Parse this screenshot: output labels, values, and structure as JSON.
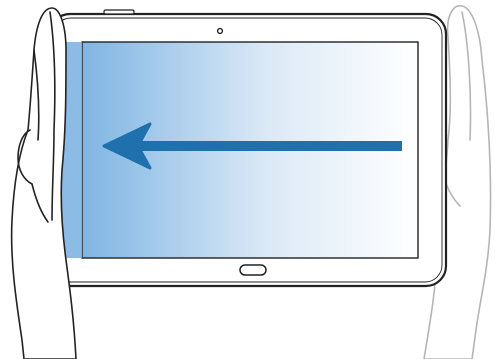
{
  "illustration": {
    "gesture": "palm-swipe-left",
    "device": "tablet-landscape",
    "arrow_direction": "left",
    "colors": {
      "tablet_outline": "#222222",
      "tablet_fill": "#ffffff",
      "screen_gradient_start": "#7fb5e3",
      "screen_gradient_end": "#ffffff",
      "arrow": "#1f71ad",
      "hand_active": "#222222",
      "hand_ghost": "#b5b5b5"
    }
  }
}
